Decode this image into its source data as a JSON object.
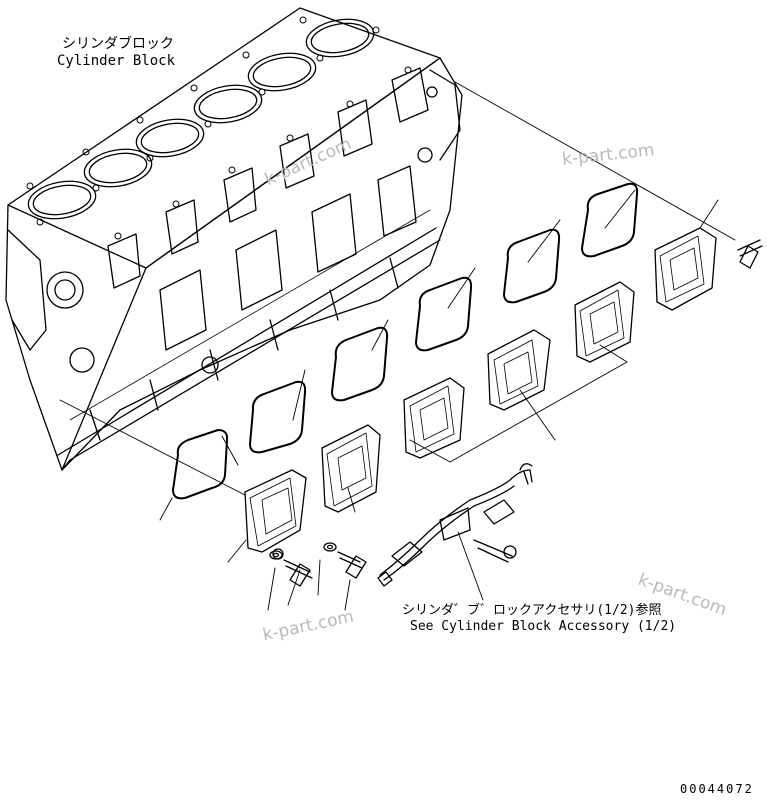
{
  "labels": {
    "block_jp": "シリンダブロック",
    "block_en": "Cylinder Block",
    "accessory_jp": "シリンダ゛ブ゛ロックアクセサリ(1/2)参照",
    "accessory_en": "See Cylinder Block Accessory (1/2)",
    "drawing_number": "00044072"
  },
  "watermarks": [
    "k-part.com",
    "k-part.com",
    "k-part.com",
    "k-part.com"
  ]
}
